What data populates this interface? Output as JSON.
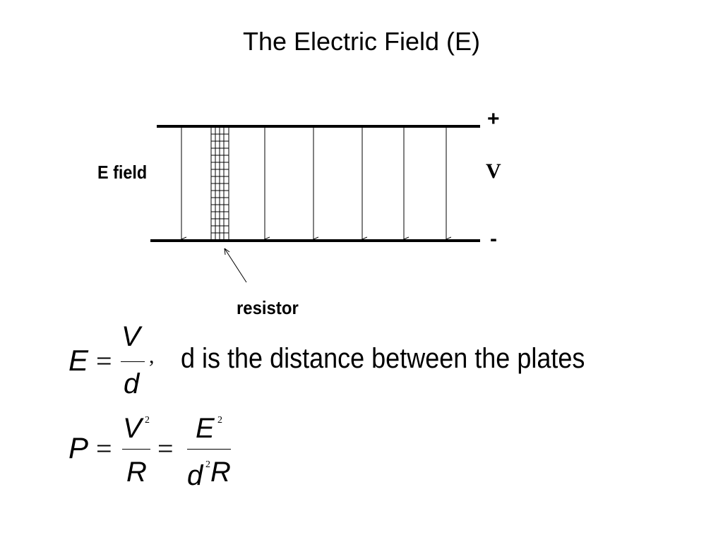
{
  "slide": {
    "title": "The Electric Field (E)"
  },
  "diagram": {
    "field_label": "E field",
    "positive_label": "+",
    "voltage_label": "V",
    "negative_label": "-",
    "resistor_label": "resistor"
  },
  "equation1": {
    "lhs": "E",
    "equals": "=",
    "numerator": "V",
    "denominator": "d",
    "comma": ",",
    "description": "d is the distance between the plates"
  },
  "equation2": {
    "lhs": "P",
    "equals1": "=",
    "num1": "V",
    "num1_exp": "2",
    "den1": "R",
    "equals2": "=",
    "num2": "E",
    "num2_exp": "2",
    "den2_a": "d",
    "den2_a_exp": "2",
    "den2_b": "R"
  }
}
